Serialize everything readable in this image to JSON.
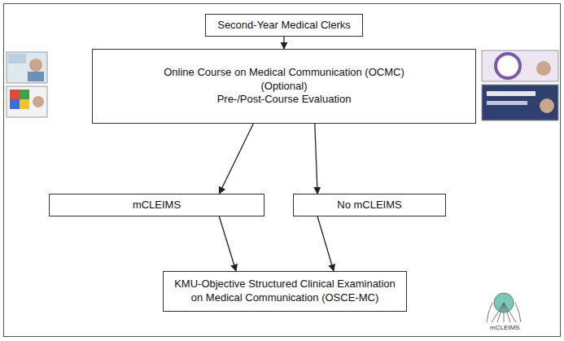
{
  "diagram": {
    "nodes": [
      {
        "text": [
          "Second-Year Medical Clerks"
        ]
      },
      {
        "text": [
          "Online Course on Medical Communication (OCMC)",
          "(Optional)",
          "Pre-/Post-Course Evaluation"
        ]
      },
      {
        "text": [
          "mCLEIMS"
        ]
      },
      {
        "text": [
          "No mCLEIMS"
        ]
      },
      {
        "text": [
          "KMU-Objective Structured Clinical Examination on Medical Communication (OSCE-MC)"
        ]
      }
    ],
    "edges": [
      {
        "from": 0,
        "to": 1,
        "arrow": "to"
      },
      {
        "from": 1,
        "to": 2,
        "arrow": "to"
      },
      {
        "from": 1,
        "to": 3,
        "arrow": "to"
      },
      {
        "from": 2,
        "to": 4,
        "arrow": "to"
      },
      {
        "from": 3,
        "to": 4,
        "arrow": "to"
      }
    ],
    "labels": [
      "mCLEIMS"
    ]
  }
}
